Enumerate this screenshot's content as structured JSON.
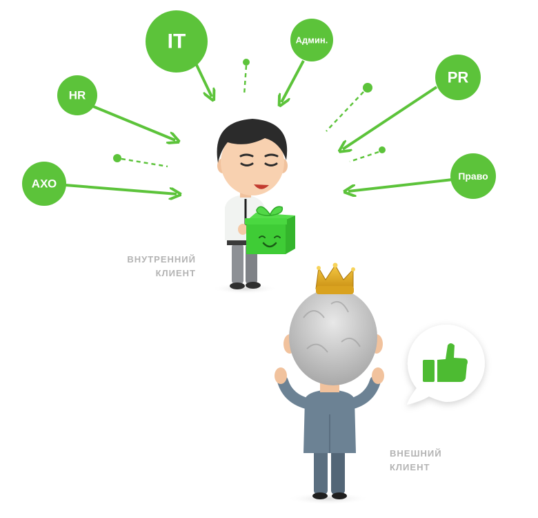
{
  "departments": {
    "it": "IT",
    "admin": "Админ.",
    "hr": "HR",
    "pr": "PR",
    "axo": "АХО",
    "law": "Право"
  },
  "captions": {
    "internal_line1": "ВНУТРЕННИЙ",
    "internal_line2": "КЛИЕНТ",
    "external_line1": "ВНЕШНИЙ",
    "external_line2": "КЛИЕНТ"
  },
  "colors": {
    "accent_green": "#5cc33a",
    "caption_gray": "#b3b3b3"
  },
  "icons": [
    "gift-icon",
    "crown-icon",
    "thumbs-up-icon",
    "speech-bubble-icon"
  ]
}
